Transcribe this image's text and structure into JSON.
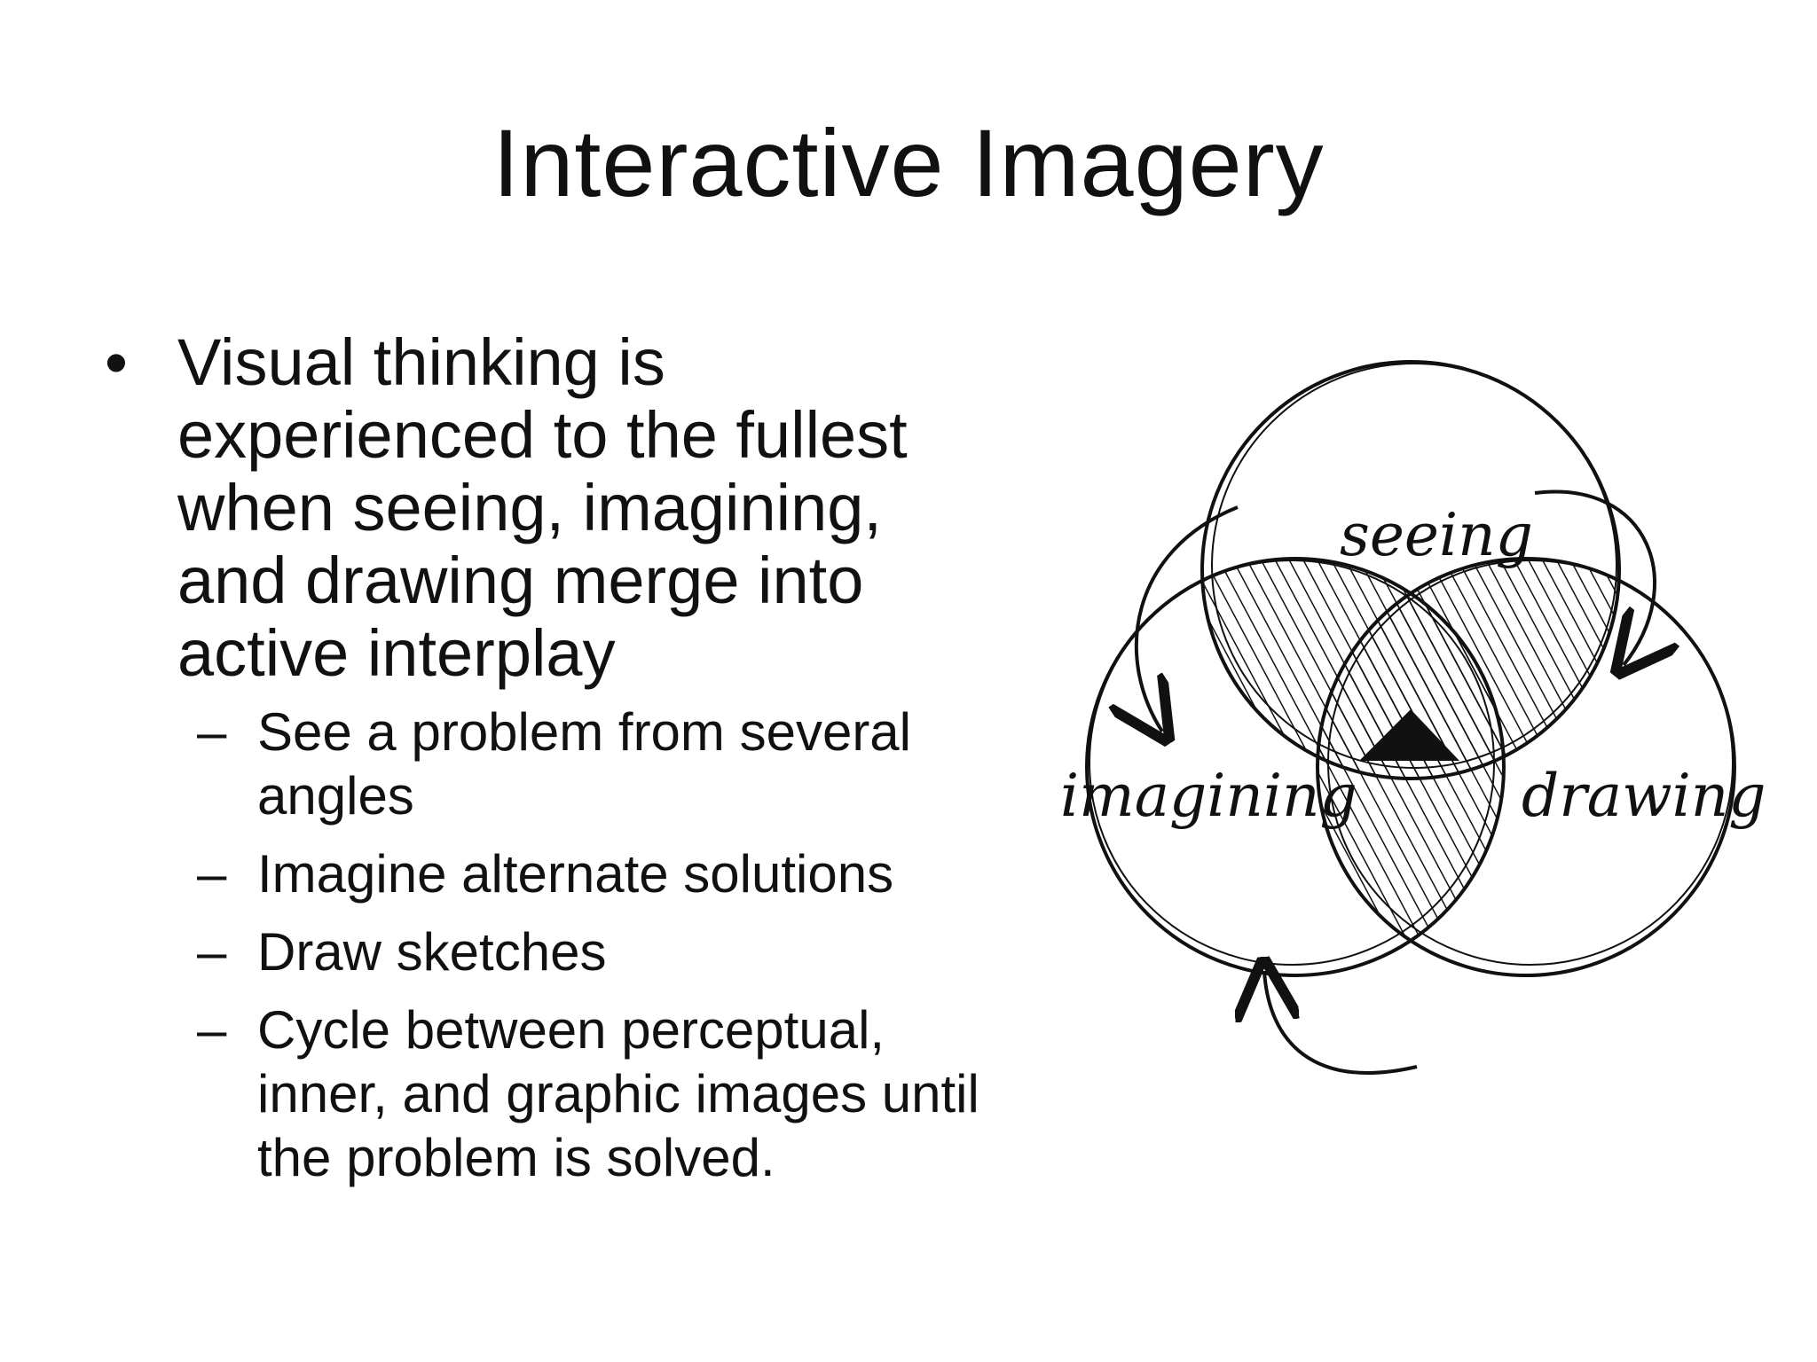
{
  "slide": {
    "title": "Interactive Imagery",
    "bullet": {
      "text": "Visual thinking is experienced to the fullest when seeing, imagining, and drawing merge into active interplay",
      "subitems": [
        "See a problem from several angles",
        "Imagine alternate solutions",
        "Draw sketches",
        "Cycle between perceptual, inner, and graphic images until the problem is solved."
      ]
    }
  },
  "diagram": {
    "labels": {
      "top": "seeing",
      "left": "imagining",
      "right": "drawing"
    }
  }
}
